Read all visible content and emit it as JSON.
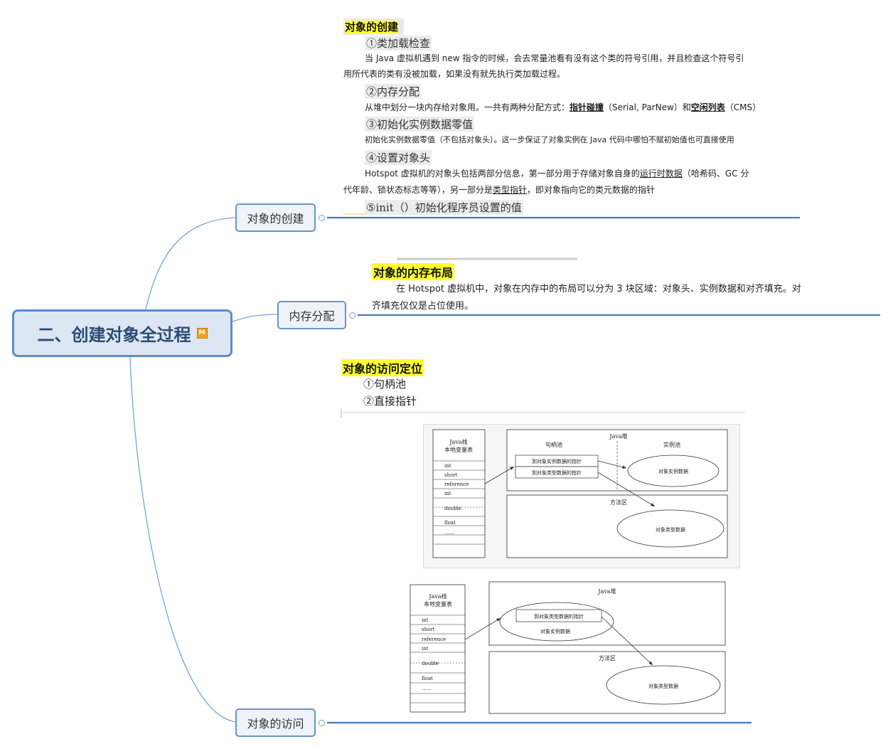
{
  "root": {
    "title": "二、创建对象全过程",
    "memo_icon": "M"
  },
  "branches": {
    "creation": {
      "label": "对象的创建"
    },
    "memory": {
      "label": "内存分配"
    },
    "access": {
      "label": "对象的访问"
    }
  },
  "creation_note": {
    "heading": "对象的创建",
    "step1_title": "①类加载检查",
    "step1_text_l1": "当 Java 虚拟机遇到 new 指令的时候，会去常量池看有没有这个类的符号引用，并且检查这个符号引",
    "step1_text_l2": "用所代表的类有没被加载，如果没有就先执行类加载过程。",
    "step2_title": "②内存分配",
    "step2_pre": "从堆中划分一块内存给对象用。一共有两种分配方式：",
    "step2_b1": "指针碰撞",
    "step2_mid": "（Serial, ParNew）和",
    "step2_b2": "空闲列表",
    "step2_post": "（CMS）",
    "step3_title": "③初始化实例数据零值",
    "step3_text": "初始化实例数据零值（不包括对象头）。这一步保证了对象实例在 Java 代码中哪怕不赋初始值也可直接使用",
    "step4_title": "④设置对象头",
    "step4_pre": "Hotspot 虚拟机的对象头包括两部分信息，第一部分用于存储对象自身的",
    "step4_u1": "运行时数据",
    "step4_post": "（哈希码、GC 分",
    "step4_l2_pre": "代年龄、锁状态标志等等），另一部分是",
    "step4_u2": "类型指针",
    "step4_l2_post": "，即对象指向它的类元数据的指针",
    "step5_title": "⑤init（）初始化程序员设置的值"
  },
  "memory_note": {
    "heading": "对象的内存布局",
    "text_l1": "在 Hotspot 虚拟机中，对象在内存中的布局可以分为 3 块区域：对象头、实例数据和对齐填充。对",
    "text_l2": "齐填充仅仅是占位使用。"
  },
  "access_note": {
    "heading": "对象的访问定位",
    "item1": "①句柄池",
    "item2": "②直接指针"
  },
  "diagram_handle": {
    "stack_title_l1": "Java栈",
    "stack_title_l2": "本地变量表",
    "stack_rows": [
      "int",
      "short",
      "reference",
      "int",
      "double",
      "float",
      "……"
    ],
    "heap_label": "Java堆",
    "handle_pool": "句柄池",
    "instance_pool": "实例池",
    "ptr_instance": "到对象实例数据的指针",
    "ptr_type": "到对象类型数据的指针",
    "instance_data": "对象实例数据",
    "method_area": "方法区",
    "type_data": "对象类型数据"
  },
  "diagram_direct": {
    "stack_title_l1": "Java栈",
    "stack_title_l2": "本地变量表",
    "stack_rows": [
      "int",
      "short",
      "reference",
      "int",
      "double",
      "float",
      "……"
    ],
    "heap_label": "Java堆",
    "ptr_type": "到对象类型数据的指针",
    "instance_data": "对象实例数据",
    "method_area": "方法区",
    "type_data": "对象类型数据"
  },
  "colors": {
    "line": "#4a78b5",
    "link": "#7aa3d1",
    "highlight": "#ffff33",
    "root_border": "#5b8dc7"
  }
}
